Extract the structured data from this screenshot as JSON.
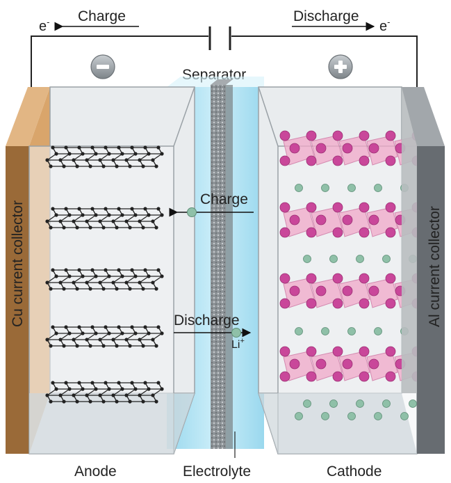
{
  "top": {
    "charge_label": "Charge",
    "discharge_label": "Discharge",
    "electron_left": "e",
    "electron_right": "e",
    "electron_sup": "-"
  },
  "terminals": {
    "negative_symbol": "minus-icon",
    "positive_symbol": "plus-icon"
  },
  "labels": {
    "separator": "Separator",
    "cu_collector": "Cu current collector",
    "al_collector": "Al current collector",
    "anode": "Anode",
    "electrolyte": "Electrolyte",
    "cathode": "Cathode"
  },
  "ion_flow": {
    "charge_label": "Charge",
    "discharge_label": "Discharge",
    "ion_label": "Li",
    "ion_sup": "+"
  },
  "colors": {
    "cu": "#b0804a",
    "cu_light": "#d9a56b",
    "al": "#6e7378",
    "al_light": "#b8bcbf",
    "electrolyte": "#aee3f3",
    "graphene": "#222222",
    "cathode_atom": "#c9479a",
    "cathode_polyhedron": "#f0a8c8",
    "li_ion": "#8fc0a8"
  }
}
